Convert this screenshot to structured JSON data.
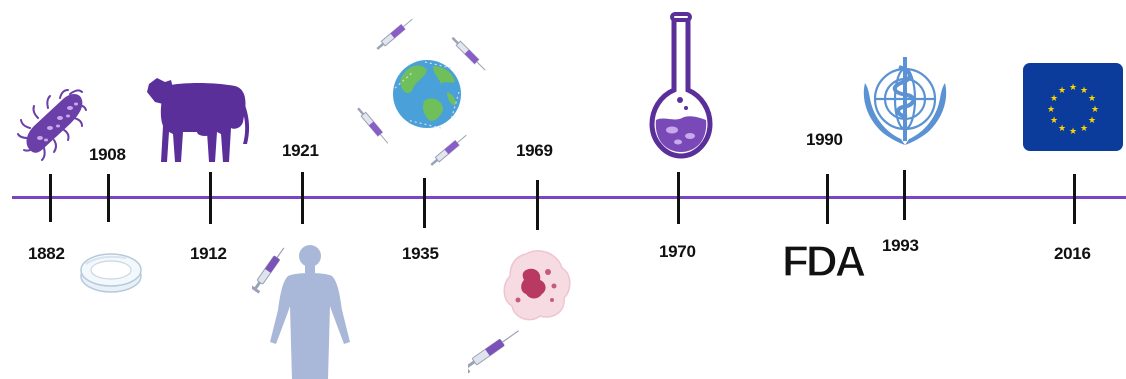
{
  "colors": {
    "axis": "#7b45c2",
    "tick": "#111111",
    "purple": "#6b3fa8",
    "human": "#a9b8d8",
    "who": "#5b92d3",
    "eu_blue": "#0b3c9c",
    "eu_star": "#ffd200"
  },
  "timeline": {
    "events": [
      {
        "year": "1882",
        "icon": "bacterium-icon"
      },
      {
        "year": "1908",
        "icon": "glass-slides-icon"
      },
      {
        "year": "1912",
        "icon": "cow-icon"
      },
      {
        "year": "1921",
        "icon": "human-injection-icon"
      },
      {
        "year": "1935",
        "icon": "globe-syringes-icon"
      },
      {
        "year": "1969",
        "icon": "cell-injection-icon"
      },
      {
        "year": "1970",
        "icon": "flask-icon"
      },
      {
        "year": "1990",
        "icon": "fda-logo"
      },
      {
        "year": "1993",
        "icon": "who-emblem-icon"
      },
      {
        "year": "2016",
        "icon": "eu-flag-icon"
      }
    ]
  },
  "logos": {
    "fda_text": "FDA"
  }
}
